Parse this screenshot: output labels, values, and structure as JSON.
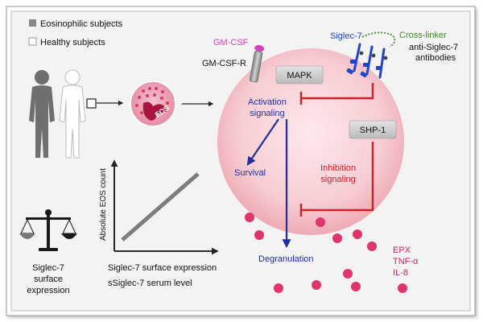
{
  "legend": {
    "eosinophilic": "Eosinophilic subjects",
    "healthy": "Healthy subjects"
  },
  "labels": {
    "eos": "EOS",
    "gmcsf": "GM-CSF",
    "gmcsfr": "GM-CSF-R",
    "mapk": "MAPK",
    "activation_line1": "Activation",
    "activation_line2": "signaling",
    "survival": "Survival",
    "shp1": "SHP-1",
    "inhibition_line1": "Inhibition",
    "inhibition_line2": "signaling",
    "degranulation": "Degranulation",
    "siglec7": "Siglec-7",
    "crosslinker": "Cross-linker",
    "antibodies_line1": "anti-Siglec-7",
    "antibodies_line2": "antibodies",
    "mediators": [
      "EPX",
      "TNF-α",
      "IL-8"
    ]
  },
  "plot": {
    "ylabel": "Absolute EOS count",
    "xlabel_line1": "Siglec-7 surface expression",
    "xlabel_line2": "sSiglec-7 serum level"
  },
  "scale_caption": [
    "Siglec-7",
    "surface",
    "expression"
  ],
  "colors": {
    "cell_fill": "#f6c9cf",
    "cell_center": "#fbe3e6",
    "granule": "#e0356a",
    "activation": "#1f2fa0",
    "inhibition": "#d0202a",
    "gmcsf": "#d63fbf",
    "siglec": "#1f45c8",
    "crosslinker": "#3f8f2c",
    "frame": "#f3f3f3"
  }
}
